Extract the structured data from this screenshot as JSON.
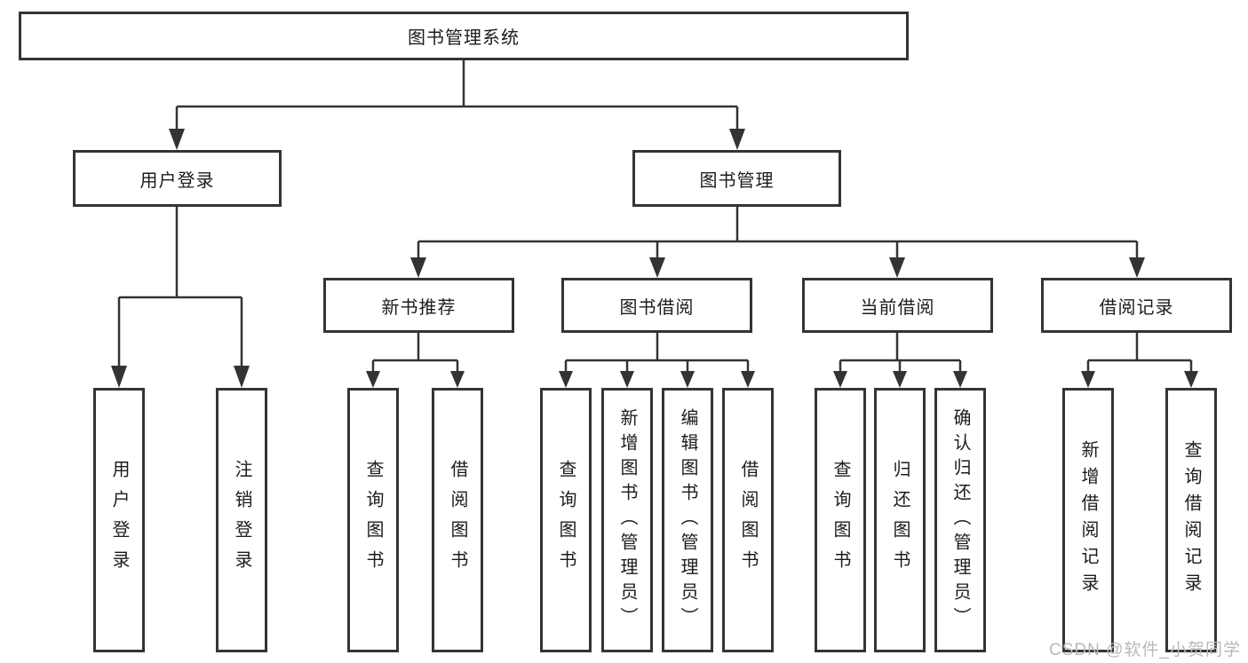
{
  "colors": {
    "line": "#333333",
    "border": "#343434",
    "text": "#1c1c1c",
    "background": "#ffffff"
  },
  "watermark": {
    "text": "CSDN @软件_小贺同学",
    "color": "#b9b9b9"
  },
  "tree": {
    "root": {
      "label": "图书管理系统"
    },
    "level2": [
      {
        "id": "user-login",
        "label": "用户登录"
      },
      {
        "id": "book-management",
        "label": "图书管理"
      }
    ],
    "level3": [
      {
        "id": "new-book-recommend",
        "parent": "图书管理",
        "label": "新书推荐"
      },
      {
        "id": "book-borrow",
        "parent": "图书管理",
        "label": "图书借阅"
      },
      {
        "id": "current-borrow",
        "parent": "图书管理",
        "label": "当前借阅"
      },
      {
        "id": "borrow-records",
        "parent": "图书管理",
        "label": "借阅记录"
      }
    ],
    "leaves": [
      {
        "parent": "用户登录",
        "label": "用户登录"
      },
      {
        "parent": "用户登录",
        "label": "注销登录"
      },
      {
        "parent": "新书推荐",
        "label": "查询图书"
      },
      {
        "parent": "新书推荐",
        "label": "借阅图书"
      },
      {
        "parent": "图书借阅",
        "label": "查询图书"
      },
      {
        "parent": "图书借阅",
        "label": "新增图书（管理员）"
      },
      {
        "parent": "图书借阅",
        "label": "编辑图书（管理员）"
      },
      {
        "parent": "图书借阅",
        "label": "借阅图书"
      },
      {
        "parent": "当前借阅",
        "label": "查询图书"
      },
      {
        "parent": "当前借阅",
        "label": "归还图书"
      },
      {
        "parent": "当前借阅",
        "label": "确认归还（管理员）"
      },
      {
        "parent": "借阅记录",
        "label": "新增借阅记录"
      },
      {
        "parent": "借阅记录",
        "label": "查询借阅记录"
      }
    ]
  }
}
